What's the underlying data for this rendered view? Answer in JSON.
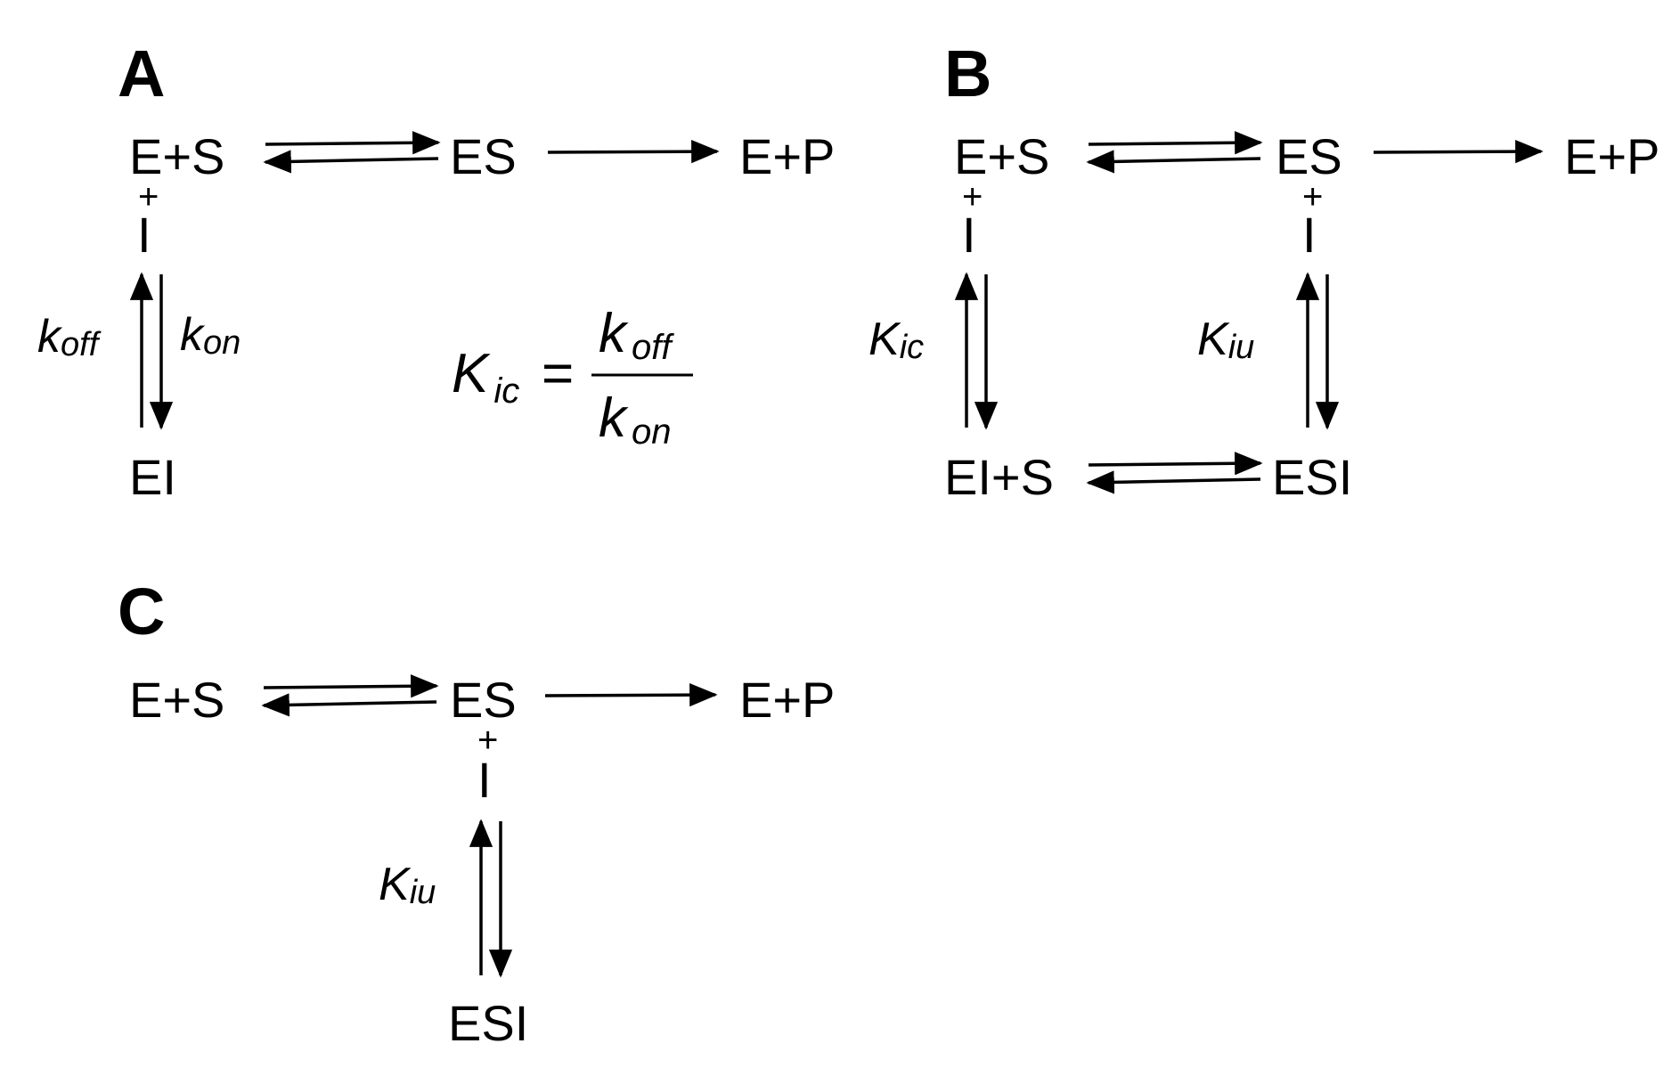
{
  "panels": {
    "A": {
      "label": "A",
      "species": {
        "es_pair": "E+S",
        "complex": "ES",
        "product": "E+P",
        "plus": "+",
        "inhibitor": "I",
        "bound": "EI"
      },
      "rates": {
        "off_base": "k",
        "off_sub": "off",
        "on_base": "k",
        "on_sub": "on"
      },
      "equation": {
        "lhs_base": "K",
        "lhs_sub": "ic",
        "equals": "=",
        "num_base": "k",
        "num_sub": "off",
        "den_base": "k",
        "den_sub": "on"
      }
    },
    "B": {
      "label": "B",
      "species": {
        "es_pair": "E+S",
        "complex": "ES",
        "product": "E+P",
        "plus_left": "+",
        "inhibitor_left": "I",
        "plus_right": "+",
        "inhibitor_right": "I",
        "ei_pair": "EI+S",
        "esi": "ESI"
      },
      "constants": {
        "left_base": "K",
        "left_sub": "ic",
        "right_base": "K",
        "right_sub": "iu"
      }
    },
    "C": {
      "label": "C",
      "species": {
        "es_pair": "E+S",
        "complex": "ES",
        "product": "E+P",
        "plus": "+",
        "inhibitor": "I",
        "esi": "ESI"
      },
      "constants": {
        "base": "K",
        "sub": "iu"
      }
    }
  },
  "colors": {
    "ink": "#000000",
    "background": "#ffffff"
  }
}
